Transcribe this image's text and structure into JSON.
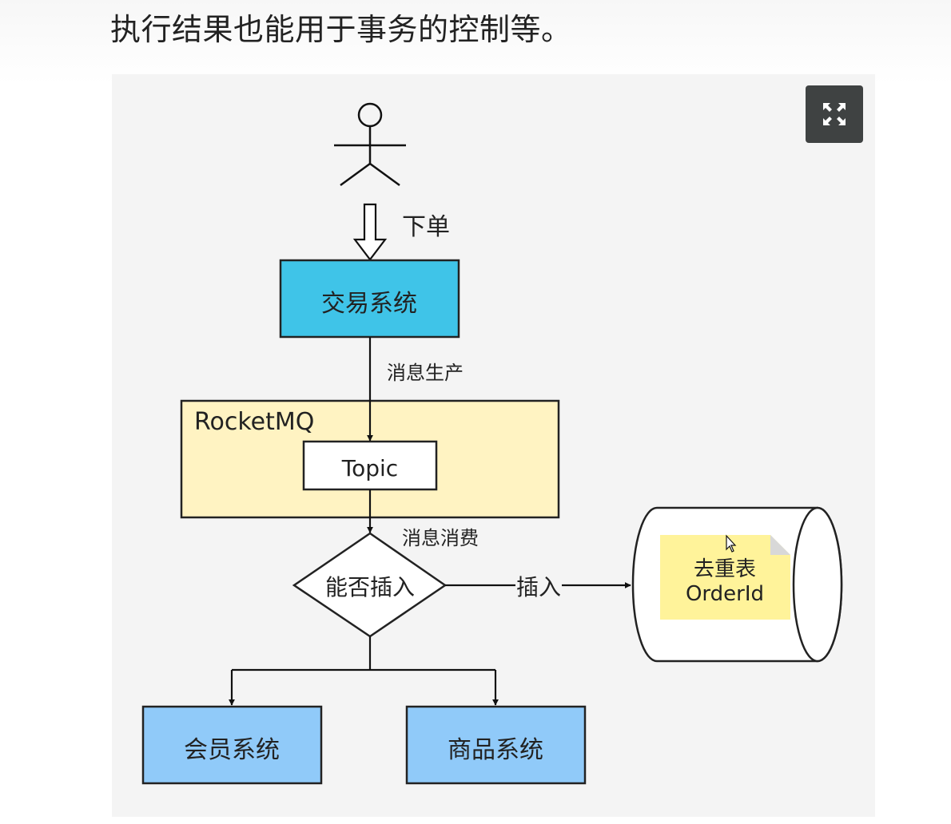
{
  "heading": "执行结果也能用于事务的控制等。",
  "toolbar": {
    "fullscreen_icon": "expand-icon"
  },
  "diagram": {
    "actor_icon": "stick-figure-icon",
    "order_label": "下单",
    "trade_system": "交易系统",
    "produce_label": "消息生产",
    "mq_label": "RocketMQ",
    "topic_label": "Topic",
    "consume_label": "消息消费",
    "decision_label": "能否插入",
    "insert_label": "插入",
    "dedup_line1": "去重表",
    "dedup_line2": "OrderId",
    "member_system": "会员系统",
    "goods_system": "商品系统",
    "colors": {
      "trade_fill": "#3fc4e8",
      "mq_fill": "#fff3c2",
      "system_fill": "#90caf9",
      "note_fill": "#fff39a"
    }
  }
}
